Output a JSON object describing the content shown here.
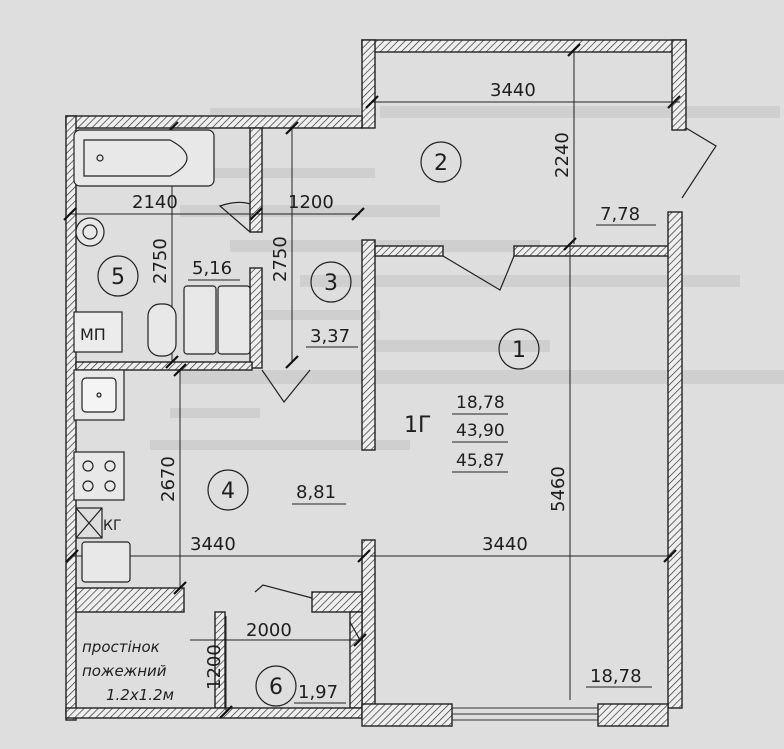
{
  "apartment": {
    "type": "1Г",
    "area_living": "18,78",
    "area_total": "43,90",
    "area_with_balcony": "45,87"
  },
  "rooms": [
    {
      "number": "1",
      "area": "18,78"
    },
    {
      "number": "2",
      "area": "7,78"
    },
    {
      "number": "3",
      "area": "3,37"
    },
    {
      "number": "4",
      "area": "8,81"
    },
    {
      "number": "5",
      "area": "5,16"
    },
    {
      "number": "6",
      "area": "1,97"
    }
  ],
  "dimensions": [
    "3440",
    "2240",
    "2140",
    "1200",
    "2750",
    "2750",
    "5460",
    "2670",
    "3440",
    "3440",
    "2000",
    "1200"
  ],
  "fixtures": {
    "mp": "МП",
    "kg": "КГ"
  },
  "fire_zone": {
    "line1": "простінок",
    "line2": "пожежний",
    "line3": "1.2х1.2м"
  }
}
